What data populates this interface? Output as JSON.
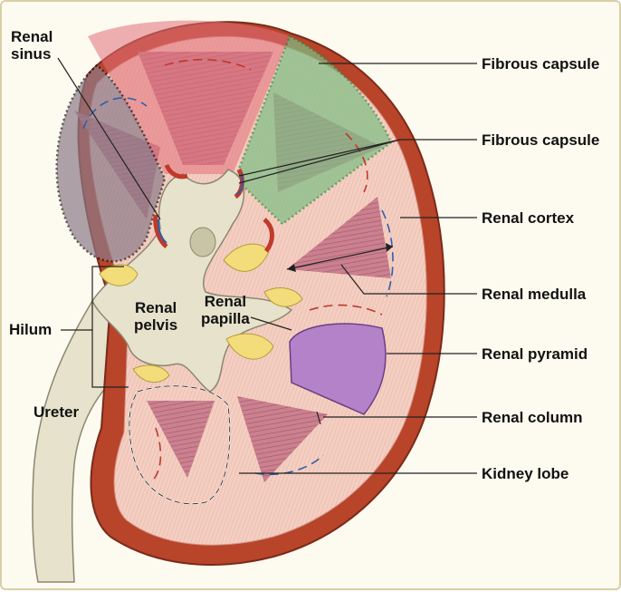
{
  "labels": {
    "renal_sinus": {
      "line1": "Renal",
      "line2": "sinus"
    },
    "fibrous_capsule_1": "Fibrous capsule",
    "fibrous_capsule_2": "Fibrous capsule",
    "renal_cortex": "Renal cortex",
    "renal_medulla": "Renal medulla",
    "renal_pyramid": "Renal pyramid",
    "renal_column": "Renal column",
    "kidney_lobe": "Kidney lobe",
    "hilum": "Hilum",
    "ureter": "Ureter",
    "renal_pelvis": {
      "line1": "Renal",
      "line2": "pelvis"
    },
    "renal_papilla": {
      "line1": "Renal",
      "line2": "papilla"
    }
  },
  "colors": {
    "frame_background": "#fdfbf0",
    "frame_border": "#d9cfa6",
    "capsule_outer": "#b8442a",
    "cortex": "#f2cdbf",
    "medulla_pyramid": "#c9788c",
    "pelvis": "#e6e2cc",
    "fat": "#f3dc7a",
    "highlight_red": "#e2707a",
    "highlight_green": "#7dbf84",
    "highlight_gray": "#8c7a88",
    "highlight_purple": "#b382c8",
    "leader_line": "#222222"
  }
}
